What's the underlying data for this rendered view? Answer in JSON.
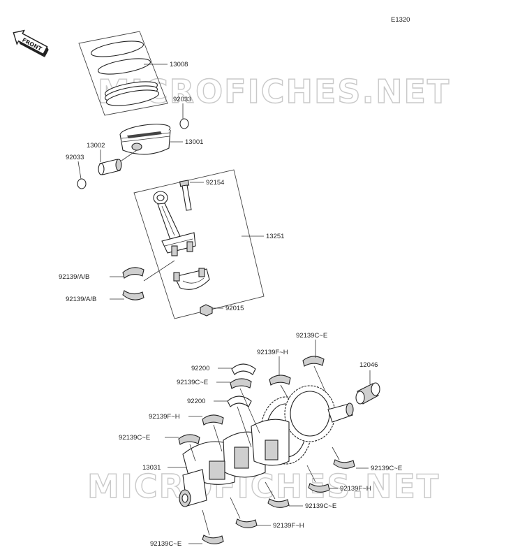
{
  "diagram_code": "E1320",
  "front_label": "FRONT",
  "watermark": "MICROFICHES.NET",
  "parts": {
    "piston_ring_set": "13008",
    "circlip_upper": "92033",
    "piston": "13001",
    "piston_pin": "13002",
    "circlip_lower": "92033",
    "con_rod_bolt": "92154",
    "connecting_rod": "13251",
    "rod_bearing_upper": "92139/A/B",
    "rod_bearing_lower": "92139/A/B",
    "con_rod_nut": "92015",
    "main_bearing_c_e_top": "92139C~E",
    "main_bearing_f_h_top": "92139F~H",
    "needle_bearing": "12046",
    "thrust_washer_a": "92200",
    "main_bearing_c_e_a": "92139C~E",
    "thrust_washer_b": "92200",
    "main_bearing_f_h_a": "92139F~H",
    "main_bearing_c_e_b": "92139C~E",
    "crankshaft": "13031",
    "main_bearing_c_e_right": "92139C~E",
    "main_bearing_f_h_right": "92139F~H",
    "main_bearing_c_e_c": "92139C~E",
    "main_bearing_f_h_b": "92139F~H",
    "main_bearing_c_e_bottom": "92139C~E"
  }
}
